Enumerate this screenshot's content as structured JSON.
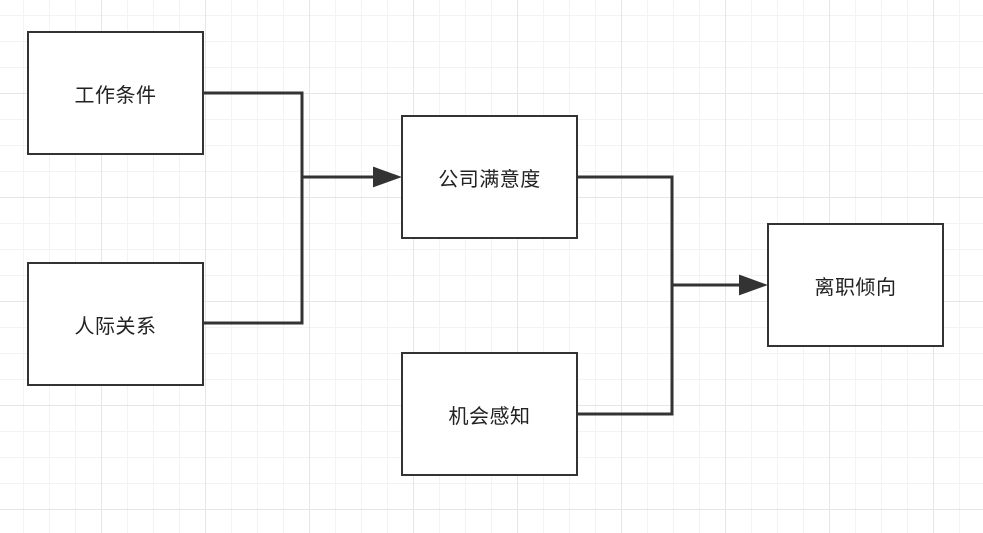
{
  "diagram": {
    "nodes": {
      "work_conditions": {
        "label": "工作条件"
      },
      "interpersonal": {
        "label": "人际关系"
      },
      "company_satisfaction": {
        "label": "公司满意度"
      },
      "opportunity_perception": {
        "label": "机会感知"
      },
      "turnover_intention": {
        "label": "离职倾向"
      }
    },
    "edges": [
      {
        "from": "work_conditions",
        "to": "company_satisfaction"
      },
      {
        "from": "interpersonal",
        "to": "company_satisfaction"
      },
      {
        "from": "company_satisfaction",
        "to": "turnover_intention"
      },
      {
        "from": "opportunity_perception",
        "to": "turnover_intention"
      }
    ],
    "colors": {
      "line": "#333333",
      "grid": "#e6e6e6",
      "background": "#ffffff"
    }
  }
}
